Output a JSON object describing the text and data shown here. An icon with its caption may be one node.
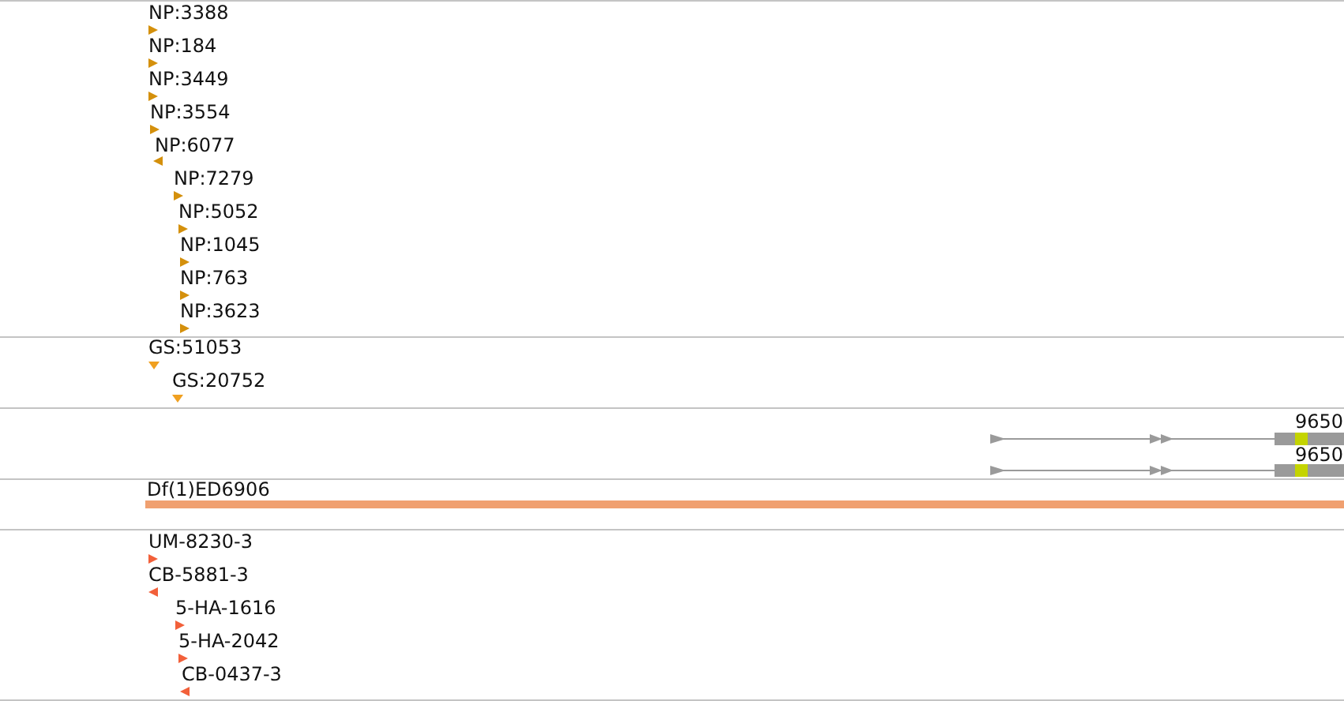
{
  "diagram": {
    "labels": [
      "NP:3388",
      "NP:184",
      "NP:3449",
      "NP:3554",
      "NP:6077",
      "NP:7279",
      "NP:5052",
      "NP:1045",
      "NP:763",
      "NP:3623",
      "GS:51053",
      "GS:20752",
      "9650",
      "9650",
      "Df(1)ED6906",
      "UM-8230-3",
      "CB-5881-3",
      "5-HA-1616",
      "5-HA-2042",
      "CB-0437-3"
    ]
  }
}
